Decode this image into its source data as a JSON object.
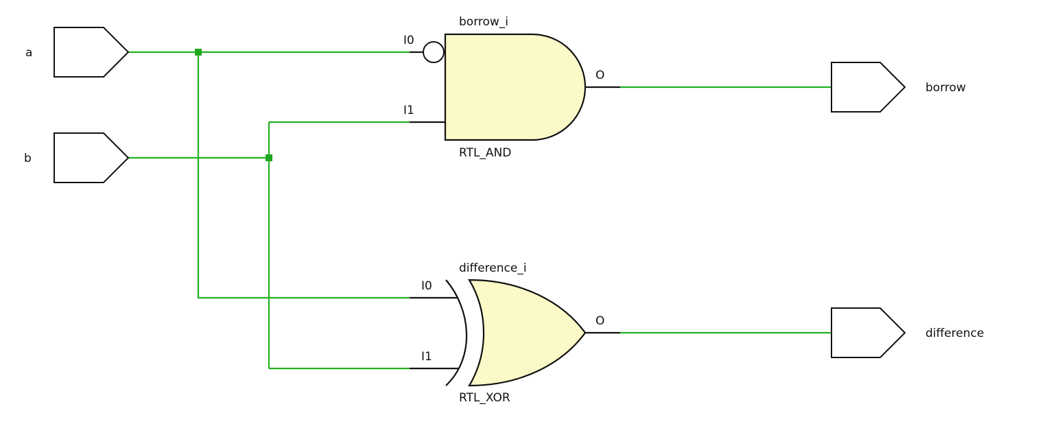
{
  "inputs": {
    "a": "a",
    "b": "b"
  },
  "outputs": {
    "borrow": "borrow",
    "difference": "difference"
  },
  "and_gate": {
    "instance": "borrow_i",
    "type": "RTL_AND",
    "pin_i0": "I0",
    "pin_i1": "I1",
    "pin_o": "O"
  },
  "xor_gate": {
    "instance": "difference_i",
    "type": "RTL_XOR",
    "pin_i0": "I0",
    "pin_i1": "I1",
    "pin_o": "O"
  },
  "colors": {
    "wire": "#22b022",
    "gate_fill": "#fcf9c9",
    "junction": "#1fa81f"
  }
}
